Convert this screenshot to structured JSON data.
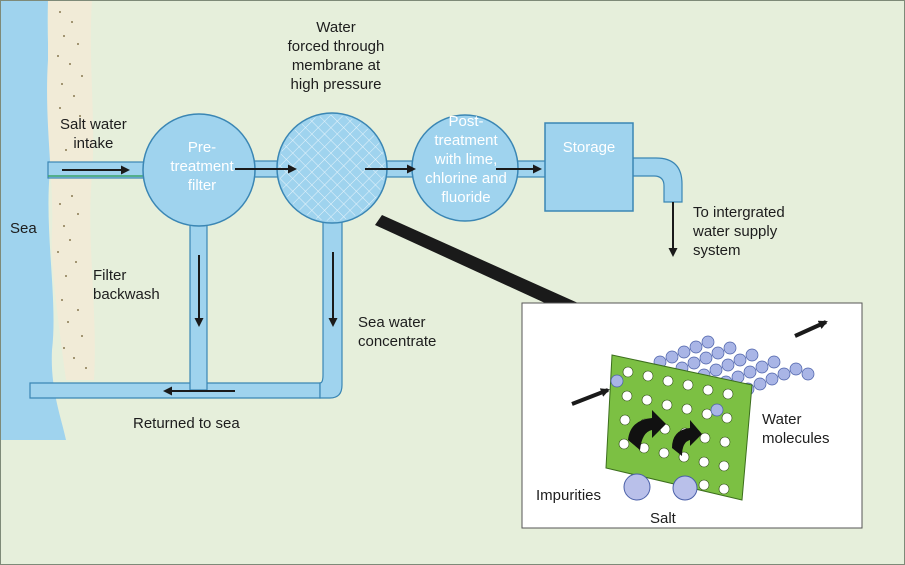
{
  "labels": {
    "salt_intake": "Salt water\nintake",
    "sea": "Sea",
    "filter_backwash": "Filter\nbackwash",
    "pretreatment": "Pre-\ntreatment\nfilter",
    "water_forced": "Water\nforced through\nmembrane at\nhigh pressure",
    "post_treatment": "Post-\ntreatment\nwith lime,\nchlorine and\nfluoride",
    "storage": "Storage",
    "supply": "To intergrated\nwater supply\nsystem",
    "sea_water_concentrate": "Sea water\nconcentrate",
    "returned": "Returned to sea",
    "water_molecules": "Water\nmolecules",
    "impurities": "Impurities",
    "salt": "Salt"
  },
  "colors": {
    "background": "#e6efdb",
    "water": "#9fd3ee",
    "pipe_outline": "#3a86b4",
    "membrane_sheet": "#7cc043",
    "sand": "#f1ebd7",
    "arrow": "#1a1a1a"
  }
}
